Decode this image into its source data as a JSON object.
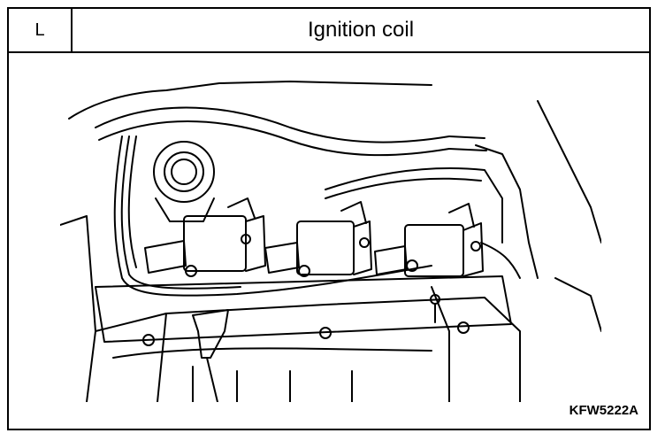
{
  "header": {
    "section": "L",
    "title": "Ignition coil"
  },
  "figure": {
    "code": "KFW5222A",
    "ink_color": "#000000",
    "paper_color": "#ffffff"
  }
}
